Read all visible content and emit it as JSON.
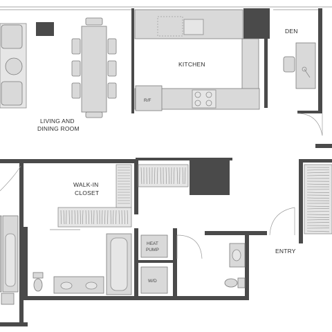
{
  "rooms": {
    "living_dining": [
      "LIVING AND",
      "DINING ROOM"
    ],
    "kitchen": "KITCHEN",
    "den": "DEN",
    "walk_in_closet": [
      "WALK-IN",
      "CLOSET"
    ],
    "entry": "ENTRY"
  },
  "fixtures": {
    "refrigerator": "R/F",
    "heat_pump": [
      "HEAT",
      "PUMP"
    ],
    "washer_dryer": "W/D"
  },
  "colors": {
    "wall": "#4a4a4a",
    "fixture_fill": "#d9d9d9",
    "fixture_stroke": "#7a7a7a",
    "background": "#ffffff"
  }
}
